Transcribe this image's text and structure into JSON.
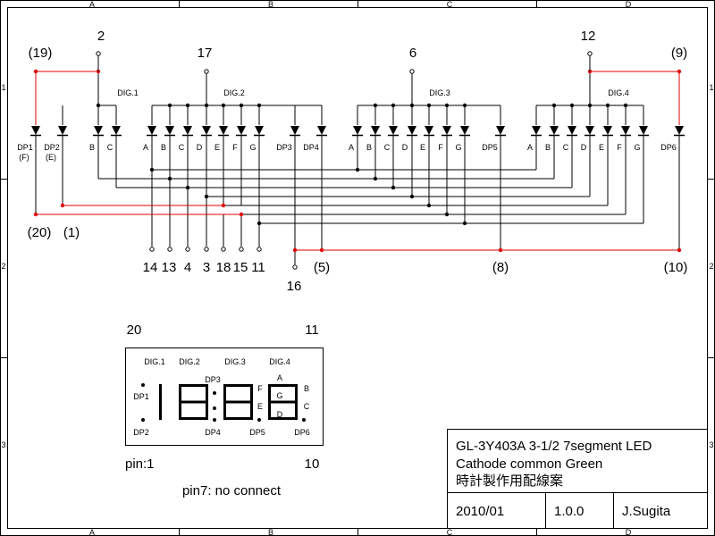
{
  "border": {
    "columns": [
      "A",
      "B",
      "C",
      "D"
    ],
    "rows": [
      "1",
      "2",
      "3"
    ]
  },
  "pins_top": {
    "p19": "(19)",
    "p2": "2",
    "p17": "17",
    "p6": "6",
    "p12": "12",
    "p9": "(9)"
  },
  "pins_left": {
    "p20": "(20)",
    "p1": "(1)"
  },
  "pins_bottom": {
    "p14": "14",
    "p13": "13",
    "p4": "4",
    "p3": "3",
    "p18": "18",
    "p15": "15",
    "p11": "11",
    "p16": "16",
    "p5": "(5)",
    "p8": "(8)",
    "p10": "(10)"
  },
  "digits": {
    "dig1": "DIG.1",
    "dig2": "DIG.2",
    "dig3": "DIG.3",
    "dig4": "DIG.4"
  },
  "diode_labels": {
    "dp1": "DP1",
    "dp1_sub": "(F)",
    "dp2": "DP2",
    "dp2_sub": "(E)",
    "d1b": "B",
    "d1c": "C",
    "d2a": "A",
    "d2b": "B",
    "d2c": "C",
    "d2d": "D",
    "d2e": "E",
    "d2f": "F",
    "d2g": "G",
    "dp3": "DP3",
    "dp4": "DP4",
    "d3a": "A",
    "d3b": "B",
    "d3c": "C",
    "d3d": "D",
    "d3e": "E",
    "d3f": "F",
    "d3g": "G",
    "dp5": "DP5",
    "d4a": "A",
    "d4b": "B",
    "d4c": "C",
    "d4d": "D",
    "d4e": "E",
    "d4f": "F",
    "d4g": "G",
    "dp6": "DP6"
  },
  "package": {
    "pin20": "20",
    "pin11": "11",
    "pin1": "pin:1",
    "pin10": "10",
    "dig1": "DIG.1",
    "dig2": "DIG.2",
    "dig3": "DIG.3",
    "dig4": "DIG.4",
    "dp1": "DP1",
    "dp2": "DP2",
    "dp3": "DP3",
    "dp4": "DP4",
    "dp5": "DP5",
    "dp6": "DP6",
    "seg_f": "F",
    "seg_e": "E",
    "seg_a": "A",
    "seg_g": "G",
    "seg_d": "D",
    "seg_b": "B",
    "seg_c": "C",
    "note": "pin7: no connect"
  },
  "title_block": {
    "line1": "GL-3Y403A  3-1/2  7segment LED",
    "line2": "Cathode common  Green",
    "line3": "時計製作用配線案",
    "date": "2010/01",
    "version": "1.0.0",
    "author": "J.Sugita"
  },
  "colors": {
    "wire": "#000000",
    "highlight": "#e00000"
  }
}
